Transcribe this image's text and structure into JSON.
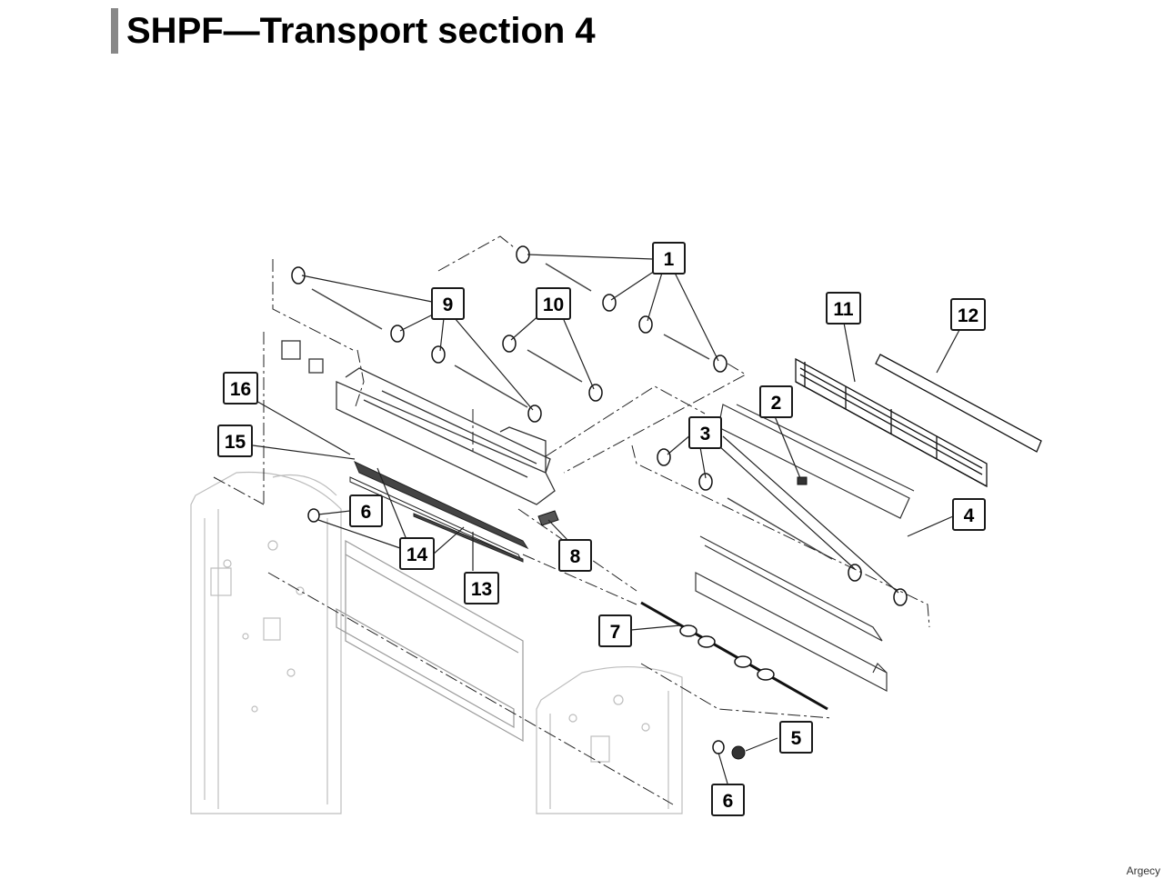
{
  "title": "SHPF—Transport section 4",
  "watermark": "Argecy",
  "colors": {
    "title_bar": "#888888",
    "line_art": "#222222",
    "light_line_art": "#bbbbbb",
    "callout_border": "#1a1a1a"
  },
  "callouts": [
    {
      "id": "1",
      "label": "1"
    },
    {
      "id": "2",
      "label": "2"
    },
    {
      "id": "3",
      "label": "3"
    },
    {
      "id": "4",
      "label": "4"
    },
    {
      "id": "5",
      "label": "5"
    },
    {
      "id": "6a",
      "label": "6"
    },
    {
      "id": "6b",
      "label": "6"
    },
    {
      "id": "7",
      "label": "7"
    },
    {
      "id": "8",
      "label": "8"
    },
    {
      "id": "9",
      "label": "9"
    },
    {
      "id": "10",
      "label": "10"
    },
    {
      "id": "11",
      "label": "11"
    },
    {
      "id": "12",
      "label": "12"
    },
    {
      "id": "13",
      "label": "13"
    },
    {
      "id": "14",
      "label": "14"
    },
    {
      "id": "15",
      "label": "15"
    },
    {
      "id": "16",
      "label": "16"
    }
  ]
}
